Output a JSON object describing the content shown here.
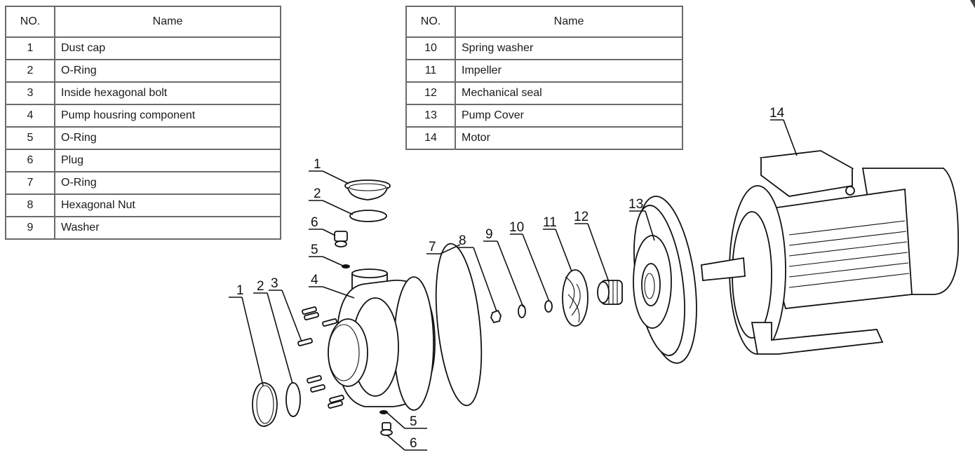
{
  "table_left": {
    "headers": {
      "no": "NO.",
      "name": "Name"
    },
    "rows": [
      {
        "no": "1",
        "name": "Dust cap"
      },
      {
        "no": "2",
        "name": "O-Ring"
      },
      {
        "no": "3",
        "name": "Inside hexagonal bolt"
      },
      {
        "no": "4",
        "name": "Pump housring component"
      },
      {
        "no": "5",
        "name": "O-Ring"
      },
      {
        "no": "6",
        "name": "Plug"
      },
      {
        "no": "7",
        "name": "O-Ring"
      },
      {
        "no": "8",
        "name": "Hexagonal Nut"
      },
      {
        "no": "9",
        "name": "Washer"
      }
    ]
  },
  "table_right": {
    "headers": {
      "no": "NO.",
      "name": "Name"
    },
    "rows": [
      {
        "no": "10",
        "name": "Spring washer"
      },
      {
        "no": "11",
        "name": "Impeller"
      },
      {
        "no": "12",
        "name": "Mechanical seal"
      },
      {
        "no": "13",
        "name": "Pump Cover"
      },
      {
        "no": "14",
        "name": "Motor"
      }
    ]
  },
  "callouts": [
    {
      "id": "c1-top",
      "label": "1",
      "part": "dust-cap-top"
    },
    {
      "id": "c2-top",
      "label": "2",
      "part": "o-ring-top"
    },
    {
      "id": "c6-top",
      "label": "6",
      "part": "plug-top"
    },
    {
      "id": "c5-top",
      "label": "5",
      "part": "o-ring-small-top"
    },
    {
      "id": "c4",
      "label": "4",
      "part": "pump-housing"
    },
    {
      "id": "c1-left",
      "label": "1",
      "part": "dust-cap-front"
    },
    {
      "id": "c2-left",
      "label": "2",
      "part": "o-ring-front"
    },
    {
      "id": "c3",
      "label": "3",
      "part": "bolts"
    },
    {
      "id": "c5-bottom",
      "label": "5",
      "part": "o-ring-small-bottom"
    },
    {
      "id": "c6-bottom",
      "label": "6",
      "part": "plug-bottom"
    },
    {
      "id": "c7",
      "label": "7",
      "part": "o-ring-large"
    },
    {
      "id": "c8",
      "label": "8",
      "part": "hex-nut"
    },
    {
      "id": "c9",
      "label": "9",
      "part": "washer"
    },
    {
      "id": "c10",
      "label": "10",
      "part": "spring-washer"
    },
    {
      "id": "c11",
      "label": "11",
      "part": "impeller"
    },
    {
      "id": "c12",
      "label": "12",
      "part": "mechanical-seal"
    },
    {
      "id": "c13",
      "label": "13",
      "part": "pump-cover"
    },
    {
      "id": "c14",
      "label": "14",
      "part": "motor"
    }
  ]
}
